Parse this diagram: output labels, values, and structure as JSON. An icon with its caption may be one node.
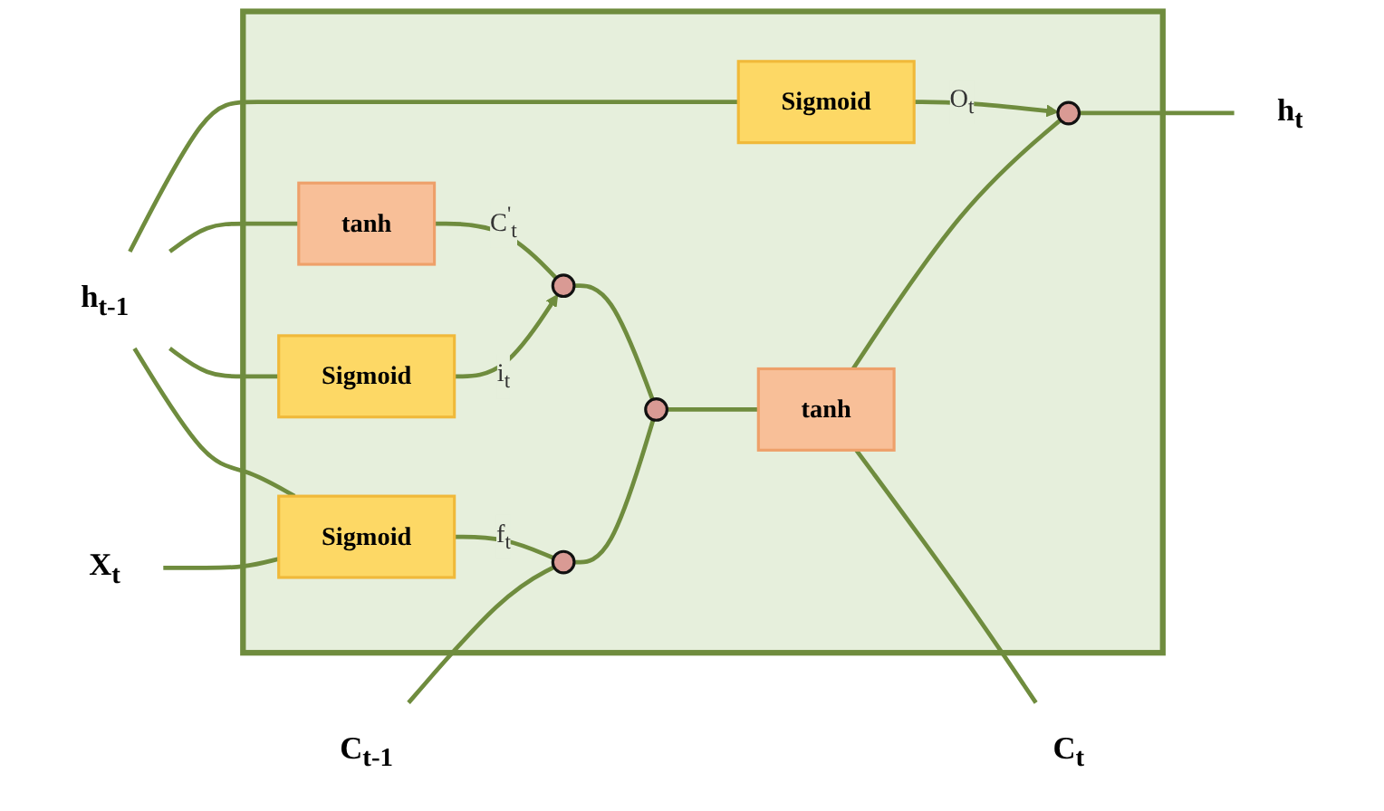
{
  "diagram": {
    "nodes": [
      {
        "text": [],
        "shape": "box"
      },
      {
        "text": [
          "C$_{t-1}$"
        ]
      },
      {
        "text": [],
        "shape": "circle",
        "in": 0
      },
      {
        "text": [],
        "shape": "circle",
        "in": 0
      },
      {
        "text": [
          "tanh"
        ],
        "in": 0
      },
      {
        "text": [
          "C$_{t}$"
        ]
      },
      {
        "text": [],
        "shape": "circle",
        "in": 0
      },
      {
        "text": [],
        "shape": "circle",
        "in": 0
      },
      {
        "text": [
          "Sigmoid"
        ],
        "in": 0
      },
      {
        "text": [
          "Sigmoid"
        ],
        "in": 0
      },
      {
        "text": [
          "tanh"
        ],
        "in": 0
      },
      {
        "text": [
          "Sigmoid"
        ],
        "in": 0
      },
      {
        "text": [
          "h$_{t-1}$"
        ]
      },
      {
        "text": [
          "h$_{t}$"
        ]
      },
      {
        "text": [
          "X$_{t}$"
        ]
      }
    ],
    "edges": [
      {
        "from": 1,
        "to": 2,
        "arrow": "none"
      },
      {
        "from": 2,
        "to": 3,
        "arrow": "none"
      },
      {
        "from": 3,
        "to": 4,
        "arrow": "none"
      },
      {
        "from": 4,
        "to": 5,
        "arrow": "none"
      },
      {
        "from": 8,
        "to": 2,
        "label": "f$_{t}$",
        "arrow": "none"
      },
      {
        "from": 9,
        "to": 6,
        "label": "i$_{t}$",
        "arrow": "to"
      },
      {
        "from": 10,
        "to": 6,
        "label": "C$^{'}$$_{t}$",
        "arrow": "none"
      },
      {
        "from": 6,
        "to": 3,
        "arrow": "none"
      },
      {
        "from": 11,
        "to": 7,
        "label": "O$_{t}$",
        "arrow": "to"
      },
      {
        "from": 4,
        "to": 7,
        "arrow": "none"
      },
      {
        "from": 7,
        "to": 13,
        "arrow": "none"
      },
      {
        "from": 12,
        "to": 8,
        "arrow": "none"
      },
      {
        "from": 12,
        "to": 9,
        "arrow": "none"
      },
      {
        "from": 12,
        "to": 10,
        "arrow": "none"
      },
      {
        "from": 12,
        "to": 11,
        "arrow": "none"
      },
      {
        "from": 14,
        "to": 8,
        "arrow": "none"
      }
    ]
  }
}
